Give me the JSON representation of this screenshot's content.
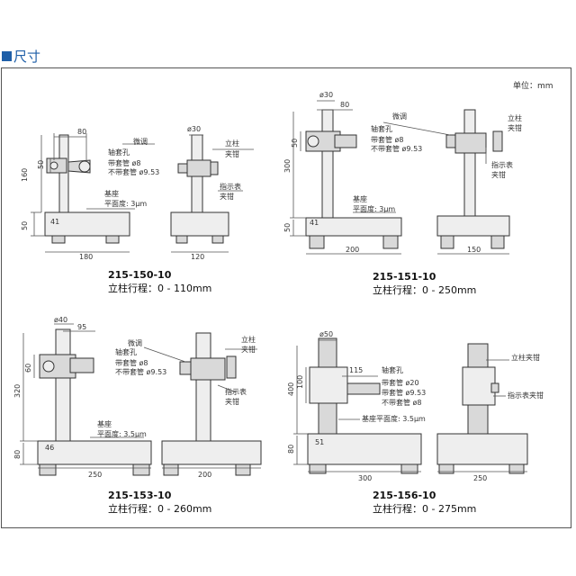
{
  "heading": "尺寸",
  "unit_label": "单位：mm",
  "models": [
    {
      "model": "215-150-10",
      "stroke": "立柱行程：0 - 110mm",
      "dims": {
        "d80": "80",
        "d50a": "50",
        "d160": "160",
        "d50b": "50",
        "d41": "41",
        "d180": "180",
        "d120": "120",
        "d30": "ø30"
      },
      "labels": {
        "fine": "微调",
        "spindle": "立柱",
        "clamp": "夹钳",
        "bore": "轴套孔",
        "with_sleeve": "带套管 ø8",
        "without_sleeve": "不带套管 ø9.53",
        "base": "基座",
        "flat": "平面度: 3μm",
        "ind": "指示表",
        "ind2": "夹钳"
      }
    },
    {
      "model": "215-151-10",
      "stroke": "立柱行程：0 - 250mm",
      "dims": {
        "d30": "ø30",
        "d80": "80",
        "d50a": "50",
        "d300": "300",
        "d50b": "50",
        "d41": "41",
        "d200": "200",
        "d150": "150"
      },
      "labels": {
        "fine": "微调",
        "spindle": "立柱",
        "clamp": "夹钳",
        "bore": "轴套孔",
        "with_sleeve": "带套管 ø8",
        "without_sleeve": "不带套管 ø9.53",
        "base": "基座",
        "flat": "平面度: 3μm",
        "ind": "指示表",
        "ind2": "夹钳"
      }
    },
    {
      "model": "215-153-10",
      "stroke": "立柱行程：0 - 260mm",
      "dims": {
        "d40": "ø40",
        "d95": "95",
        "d60": "60",
        "d320": "320",
        "d80": "80",
        "d46": "46",
        "d250": "250",
        "d200": "200"
      },
      "labels": {
        "fine": "微调",
        "spindle": "立柱",
        "clamp": "夹钳",
        "bore": "轴套孔",
        "with_sleeve": "带套管 ø8",
        "without_sleeve": "不带套管 ø9.53",
        "base": "基座",
        "flat": "平面度: 3.5μm",
        "ind": "指示表",
        "ind2": "夹钳"
      }
    },
    {
      "model": "215-156-10",
      "stroke": "立柱行程：0 - 275mm",
      "dims": {
        "d50": "ø50",
        "d115": "115",
        "d100": "100",
        "d400": "400",
        "d80": "80",
        "d51": "51",
        "d300": "300",
        "d250": "250"
      },
      "labels": {
        "bore": "轴套孔",
        "with_sleeve": "带套管 ø20",
        "with_sleeve2": "带套管 ø9.53",
        "without_sleeve": "不带套管 ø8",
        "base": "基座平面度: 3.5μm",
        "spindle": "立柱夹钳",
        "ind": "指示表夹钳"
      }
    }
  ]
}
